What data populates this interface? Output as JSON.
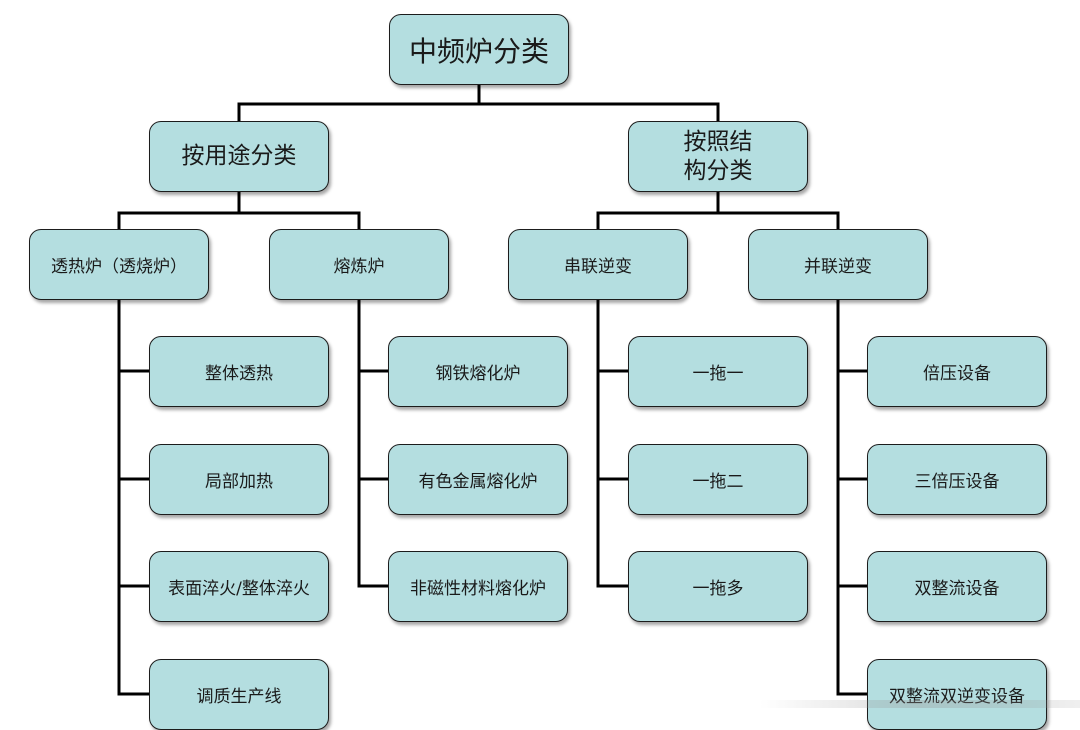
{
  "diagram": {
    "root": "中频炉分类",
    "groups": [
      {
        "label": "按用途分类",
        "children": [
          {
            "label": "透热炉（透烧炉）",
            "items": [
              "整体透热",
              "局部加热",
              "表面淬火/整体淬火",
              "调质生产线"
            ]
          },
          {
            "label": "熔炼炉",
            "items": [
              "钢铁熔化炉",
              "有色金属熔化炉",
              "非磁性材料熔化炉"
            ]
          }
        ]
      },
      {
        "label": "按照结\n构分类",
        "children": [
          {
            "label": "串联逆变",
            "items": [
              "一拖一",
              "一拖二",
              "一拖多"
            ]
          },
          {
            "label": "并联逆变",
            "items": [
              "倍压设备",
              "三倍压设备",
              "双整流设备",
              "双整流双逆变设备"
            ]
          }
        ]
      }
    ]
  },
  "colors": {
    "node_fill": "#b4dee0",
    "node_border": "#1c1c1c",
    "connector": "#000000"
  }
}
